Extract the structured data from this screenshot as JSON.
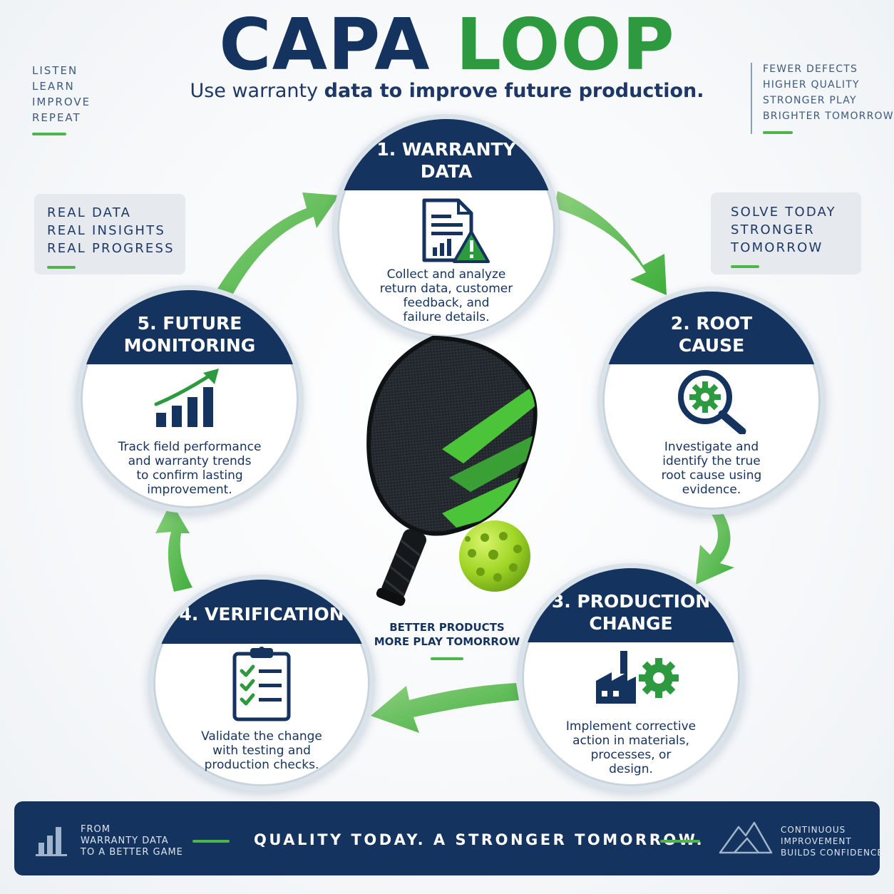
{
  "header": {
    "title_part1": "CAPA",
    "title_part2": "LOOP",
    "subtitle_part1": "Use warranty",
    "subtitle_part2": "data to improve future production."
  },
  "top_left_list": [
    "LISTEN",
    "LEARN",
    "IMPROVE",
    "REPEAT"
  ],
  "top_right_list": [
    "FEWER DEFECTS",
    "HIGHER QUALITY",
    "STRONGER PLAY",
    "BRIGHTER TOMORROW"
  ],
  "left_callout": [
    "REAL DATA",
    "REAL INSIGHTS",
    "REAL PROGRESS"
  ],
  "right_callout": [
    "SOLVE TODAY",
    "STRONGER",
    "TOMORROW"
  ],
  "steps": [
    {
      "title": [
        "1. WARRANTY",
        "DATA"
      ],
      "desc": [
        "Collect and analyze",
        "return data, customer",
        "feedback, and",
        "failure details."
      ],
      "icon": "document-warning-icon"
    },
    {
      "title": [
        "2. ROOT",
        "CAUSE"
      ],
      "desc": [
        "Investigate and",
        "identify the true",
        "root cause using",
        "evidence."
      ],
      "icon": "magnifier-gear-icon"
    },
    {
      "title": [
        "3. PRODUCTION",
        "CHANGE"
      ],
      "desc": [
        "Implement corrective",
        "action in materials,",
        "processes, or",
        "design."
      ],
      "icon": "factory-gear-icon"
    },
    {
      "title": [
        "4. VERIFICATION"
      ],
      "desc": [
        "Validate the change",
        "with testing and",
        "production checks."
      ],
      "icon": "checklist-clipboard-icon"
    },
    {
      "title": [
        "5. FUTURE",
        "MONITORING"
      ],
      "desc": [
        "Track field performance",
        "and warranty trends",
        "to confirm lasting",
        "improvement."
      ],
      "icon": "trend-chart-icon"
    }
  ],
  "center": {
    "line1": "BETTER PRODUCTS",
    "line2": "MORE PLAY TOMORROW"
  },
  "footer": {
    "left": [
      "FROM",
      "WARRANTY DATA",
      "TO A BETTER GAME"
    ],
    "slogan": "QUALITY TODAY.  A STRONGER TOMORROW.",
    "right": [
      "CONTINUOUS",
      "IMPROVEMENT",
      "BUILDS CONFIDENCE"
    ]
  },
  "colors": {
    "navy": "#15335f",
    "green": "#2d9a3f",
    "arrow_green": "#4cb648"
  }
}
